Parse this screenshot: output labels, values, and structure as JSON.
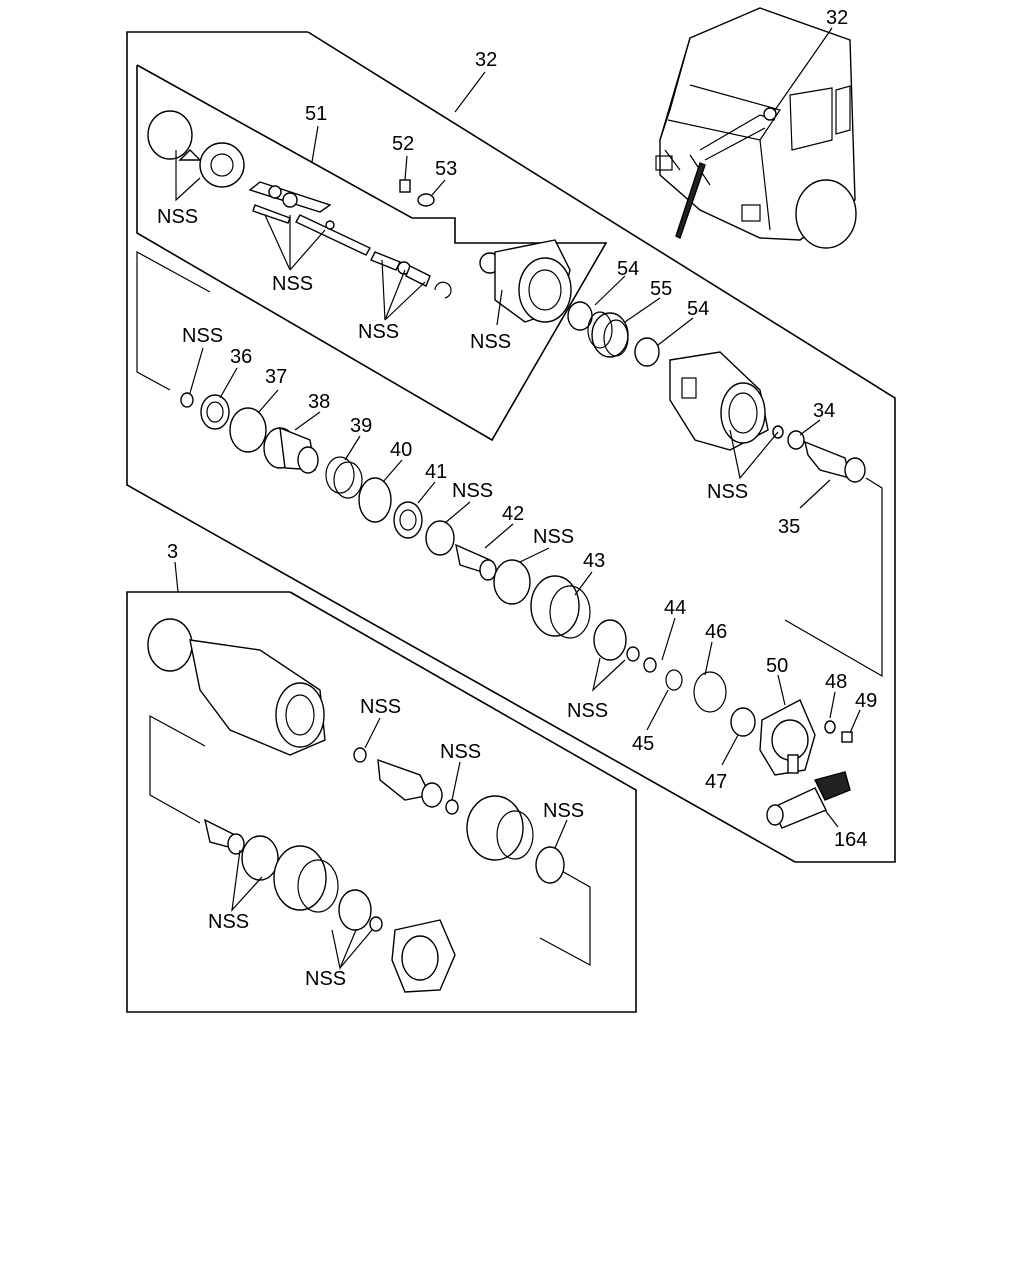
{
  "labels": {
    "assy_32_top": "32",
    "assy_32_truck": "32",
    "p51": "51",
    "p52": "52",
    "p53": "53",
    "p54a": "54",
    "p55": "55",
    "p54b": "54",
    "p34": "34",
    "p35": "35",
    "p36": "36",
    "p37": "37",
    "p38": "38",
    "p39": "39",
    "p40": "40",
    "p41": "41",
    "p42": "42",
    "p43": "43",
    "p44": "44",
    "p45": "45",
    "p46": "46",
    "p47": "47",
    "p48": "48",
    "p49": "49",
    "p50": "50",
    "p164": "164",
    "assy_3": "3",
    "nss": "NSS"
  }
}
